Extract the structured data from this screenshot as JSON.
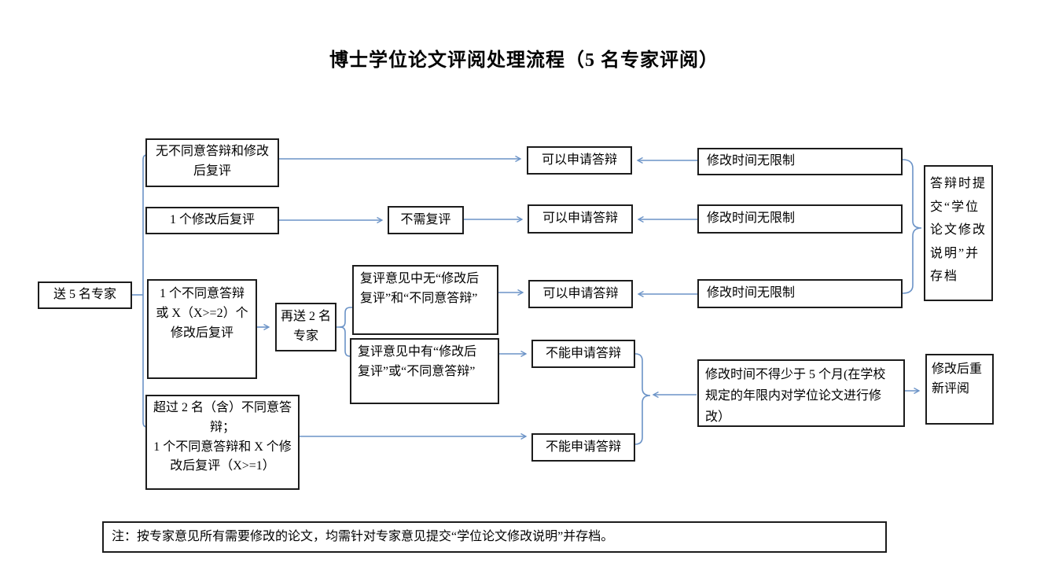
{
  "title": "博士学位论文评阅处理流程（5 名专家评阅）",
  "colors": {
    "connector": "#6b93c7",
    "box_border": "#1c1c1c",
    "text": "#000000",
    "background": "#ffffff"
  },
  "nodes": {
    "send5": "送 5 名专家",
    "no_disagree": "无不同意答辩和修改\n后复评",
    "one_revision": "1 个修改后复评",
    "one_disagree_or_x": "1 个不同意答辩\n或 X（X>=2）个\n修改后复评",
    "over_two_disagree": "超过 2 名（含）不同意答\n辩；\n1 个不同意答辩和 X 个修\n改后复评（X>=1）",
    "resend2": "再送 2 名\n专家",
    "recheck_none": "复评意见中无“修改后\n复评”和“不同意答辩”",
    "recheck_has": "复评意见中有“修改后\n复评”或“不同意答辩”",
    "no_recheck": "不需复评",
    "can_defend_1": "可以申请答辩",
    "can_defend_2": "可以申请答辩",
    "can_defend_3": "可以申请答辩",
    "cannot_defend_1": "不能申请答辩",
    "cannot_defend_2": "不能申请答辩",
    "no_time_limit_1": "修改时间无限制",
    "no_time_limit_2": "修改时间无限制",
    "no_time_limit_3": "修改时间无限制",
    "defense_submit": "答辩时提\n交“学位\n论文修改\n说明”并\n存档",
    "min_5_months": "修改时间不得少于 5 个月(在学校\n规定的年限内对学位论文进行修\n改）",
    "rereview_after": "修改后重\n新评阅"
  },
  "footnote": "注：按专家意见所有需要修改的论文，均需针对专家意见提交“学位论文修改说明”并存档。"
}
